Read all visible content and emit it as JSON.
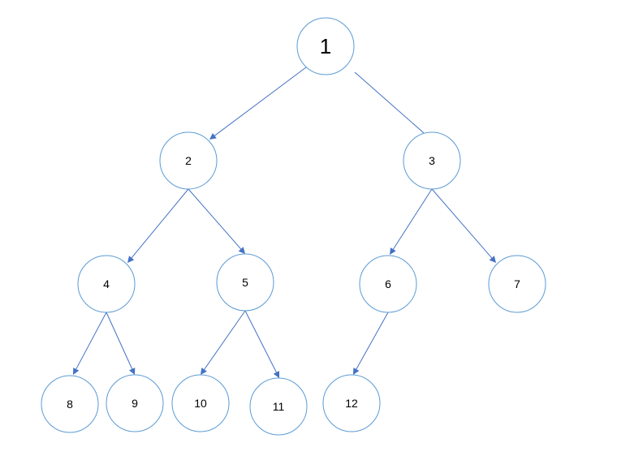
{
  "diagram": {
    "type": "binary-tree",
    "colors": {
      "node_border": "#5b9bd5",
      "edge": "#4472c4",
      "label": "#000000"
    },
    "nodes": [
      {
        "id": "1",
        "label": "1"
      },
      {
        "id": "2",
        "label": "2"
      },
      {
        "id": "3",
        "label": "3"
      },
      {
        "id": "4",
        "label": "4"
      },
      {
        "id": "5",
        "label": "5"
      },
      {
        "id": "6",
        "label": "6"
      },
      {
        "id": "7",
        "label": "7"
      },
      {
        "id": "8",
        "label": "8"
      },
      {
        "id": "9",
        "label": "9"
      },
      {
        "id": "10",
        "label": "10"
      },
      {
        "id": "11",
        "label": "11"
      },
      {
        "id": "12",
        "label": "12"
      }
    ],
    "edges": [
      {
        "from": "1",
        "to": "2"
      },
      {
        "from": "1",
        "to": "3"
      },
      {
        "from": "2",
        "to": "4"
      },
      {
        "from": "2",
        "to": "5"
      },
      {
        "from": "3",
        "to": "6"
      },
      {
        "from": "3",
        "to": "7"
      },
      {
        "from": "4",
        "to": "8"
      },
      {
        "from": "4",
        "to": "9"
      },
      {
        "from": "5",
        "to": "10"
      },
      {
        "from": "5",
        "to": "11"
      },
      {
        "from": "6",
        "to": "12"
      }
    ]
  }
}
